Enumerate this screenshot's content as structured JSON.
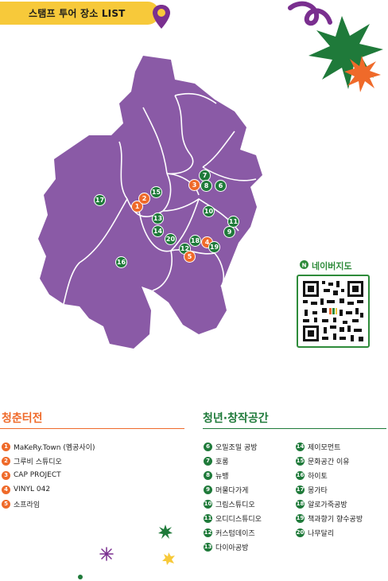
{
  "header": {
    "title": "스탬프 투어 장소 LIST"
  },
  "qr": {
    "label": "네이버지도"
  },
  "sections": {
    "youth_center": {
      "title": "청춘터전",
      "items": [
        {
          "num": "1",
          "label": "MaKeRy.Town (멤공사이)"
        },
        {
          "num": "2",
          "label": "그루비 스튜디오"
        },
        {
          "num": "3",
          "label": "CAP PROJECT"
        },
        {
          "num": "4",
          "label": "VINYL 042"
        },
        {
          "num": "5",
          "label": "소프라임"
        }
      ]
    },
    "creative_space": {
      "title": "청년·창작공간",
      "col1": [
        {
          "num": "6",
          "label": "오밀조밀 공방"
        },
        {
          "num": "7",
          "label": "호롱"
        },
        {
          "num": "8",
          "label": "뉴뱅"
        },
        {
          "num": "9",
          "label": "머물다가게"
        },
        {
          "num": "10",
          "label": "그림스튜디오"
        },
        {
          "num": "11",
          "label": "오디디스튜디오"
        },
        {
          "num": "12",
          "label": "커스텀데이즈"
        },
        {
          "num": "13",
          "label": "다이아공방"
        }
      ],
      "col2": [
        {
          "num": "14",
          "label": "제이모먼트"
        },
        {
          "num": "15",
          "label": "문화공간 이유"
        },
        {
          "num": "16",
          "label": "하이토"
        },
        {
          "num": "17",
          "label": "몽가타"
        },
        {
          "num": "18",
          "label": "알로가죽공방"
        },
        {
          "num": "19",
          "label": "책과향기 향수공방"
        },
        {
          "num": "20",
          "label": "나무달리"
        }
      ]
    }
  },
  "map_markers": [
    {
      "num": "1",
      "color": "orange"
    },
    {
      "num": "2",
      "color": "orange"
    },
    {
      "num": "3",
      "color": "orange"
    },
    {
      "num": "4",
      "color": "orange"
    },
    {
      "num": "5",
      "color": "orange"
    },
    {
      "num": "6",
      "color": "green"
    },
    {
      "num": "7",
      "color": "green"
    },
    {
      "num": "8",
      "color": "green"
    },
    {
      "num": "9",
      "color": "green"
    },
    {
      "num": "10",
      "color": "green"
    },
    {
      "num": "11",
      "color": "green"
    },
    {
      "num": "12",
      "color": "green"
    },
    {
      "num": "13",
      "color": "green"
    },
    {
      "num": "14",
      "color": "green"
    },
    {
      "num": "15",
      "color": "green"
    },
    {
      "num": "16",
      "color": "green"
    },
    {
      "num": "17",
      "color": "green"
    },
    {
      "num": "18",
      "color": "green"
    },
    {
      "num": "19",
      "color": "green"
    },
    {
      "num": "20",
      "color": "green"
    }
  ],
  "colors": {
    "map_fill": "#8a5aa6",
    "accent_yellow": "#f7c93a",
    "accent_green": "#2e8b3a",
    "marker_orange": "#ef6a2a",
    "marker_green": "#1f7a3a"
  }
}
